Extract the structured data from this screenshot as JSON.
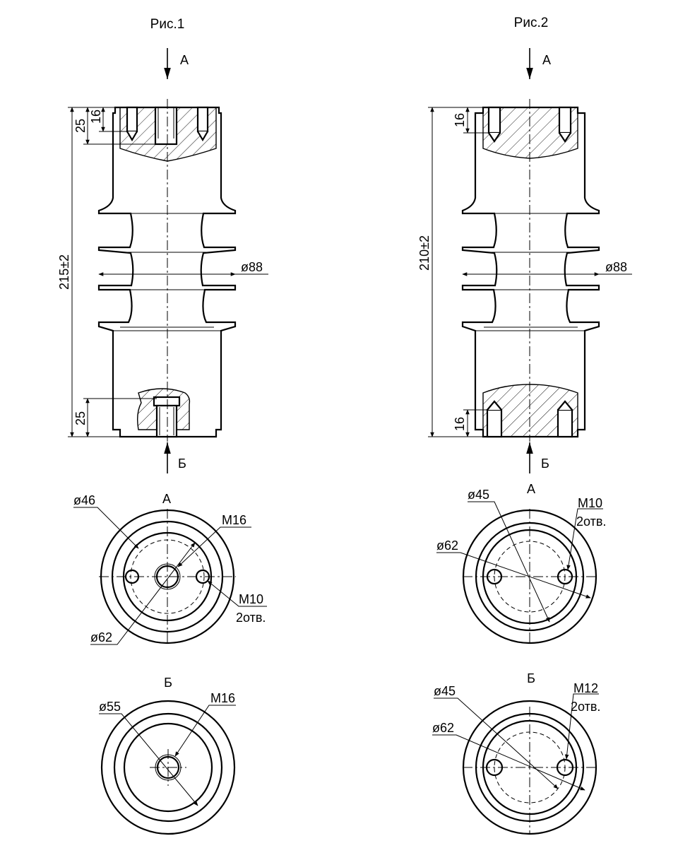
{
  "figures": [
    {
      "title": "Рис.1",
      "view_top_label": "А",
      "view_bottom_label": "Б",
      "height_dim": "215±2",
      "top_dim_outer": "25",
      "top_dim_inner": "16",
      "bottom_dim": "25",
      "diameter_dim": "ø88",
      "view_a": {
        "title": "А",
        "d1": "ø46",
        "d2": "ø62",
        "thread_center": "M16",
        "thread_holes": "M10",
        "holes_count": "2отв."
      },
      "view_b": {
        "title": "Б",
        "d1": "ø55",
        "thread_center": "M16"
      }
    },
    {
      "title": "Рис.2",
      "view_top_label": "А",
      "view_bottom_label": "Б",
      "height_dim": "210±2",
      "top_dim_inner": "16",
      "bottom_dim": "16",
      "diameter_dim": "ø88",
      "view_a": {
        "title": "А",
        "d1": "ø45",
        "d2": "ø62",
        "thread_holes": "M10",
        "holes_count": "2отв."
      },
      "view_b": {
        "title": "Б",
        "d1": "ø45",
        "d2": "ø62",
        "thread_holes": "M12",
        "holes_count": "2отв."
      }
    }
  ]
}
